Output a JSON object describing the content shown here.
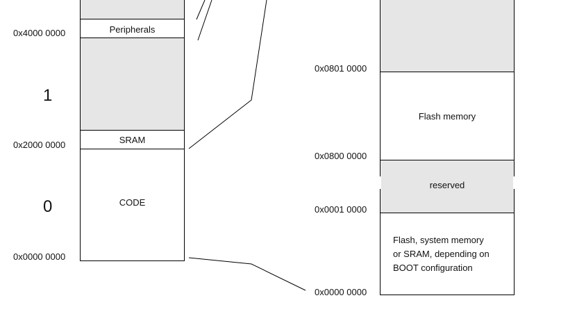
{
  "left_map": {
    "addresses": [
      "0x4000 0000",
      "0x2000 0000",
      "0x0000 0000"
    ],
    "regions": {
      "peripherals": "Peripherals",
      "sram": "SRAM",
      "code": "CODE"
    },
    "block_numbers": [
      "1",
      "0"
    ]
  },
  "right_map": {
    "addresses": [
      "0x0801 0000",
      "0x0800 0000",
      "0x0001 0000",
      "0x0000 0000"
    ],
    "regions": {
      "flash_memory": "Flash memory",
      "reserved": "reserved",
      "boot_lines": [
        "Flash, system memory",
        "or SRAM, depending on",
        "BOOT configuration"
      ]
    }
  },
  "colors": {
    "reserved_fill": "#e6e6e6",
    "line": "#000000"
  }
}
